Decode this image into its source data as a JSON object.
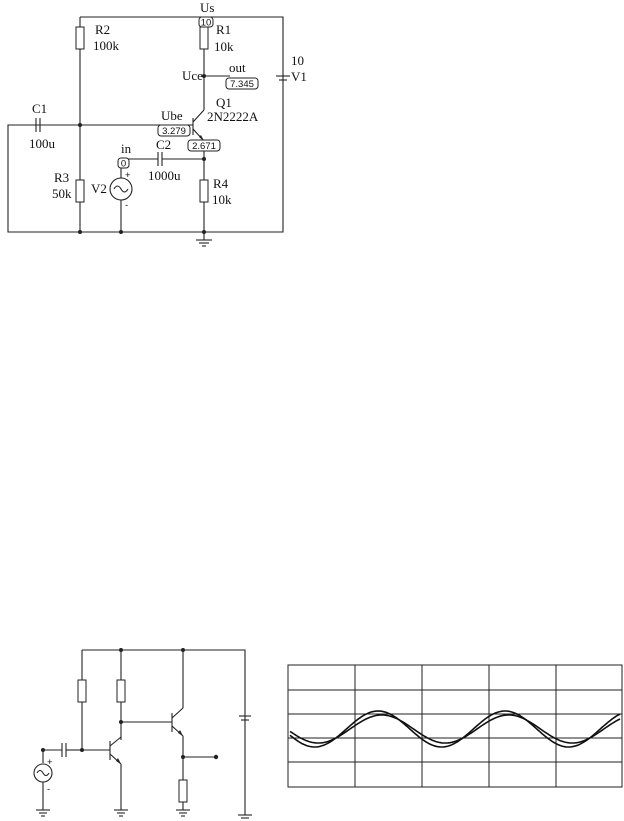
{
  "top_circuit": {
    "supply_node": "Us",
    "r2": {
      "name": "R2",
      "value": "100k"
    },
    "r1": {
      "name": "R1",
      "value": "10k"
    },
    "r3": {
      "name": "R3",
      "value": "50k"
    },
    "r4": {
      "name": "R4",
      "value": "10k"
    },
    "c1": {
      "name": "C1",
      "value": "100u"
    },
    "c2": {
      "name": "C2",
      "value": "1000u"
    },
    "v1": {
      "name": "V1",
      "value": "10"
    },
    "v2": {
      "name": "V2"
    },
    "q1": {
      "name": "Q1",
      "model": "2N2222A"
    },
    "node_uce": "Uce",
    "node_out": "out",
    "node_ube": "Ube",
    "node_in": "in",
    "probes": {
      "us": "10",
      "out": "7.345",
      "ube": "3.279",
      "emitter": "2.671",
      "in": "0"
    },
    "plus_sign": "+",
    "minus_sign": "-"
  },
  "waveform": {
    "cycles": 2.6,
    "phase_deg": 200,
    "amp_a": 1.0,
    "amp_b": 0.78
  }
}
